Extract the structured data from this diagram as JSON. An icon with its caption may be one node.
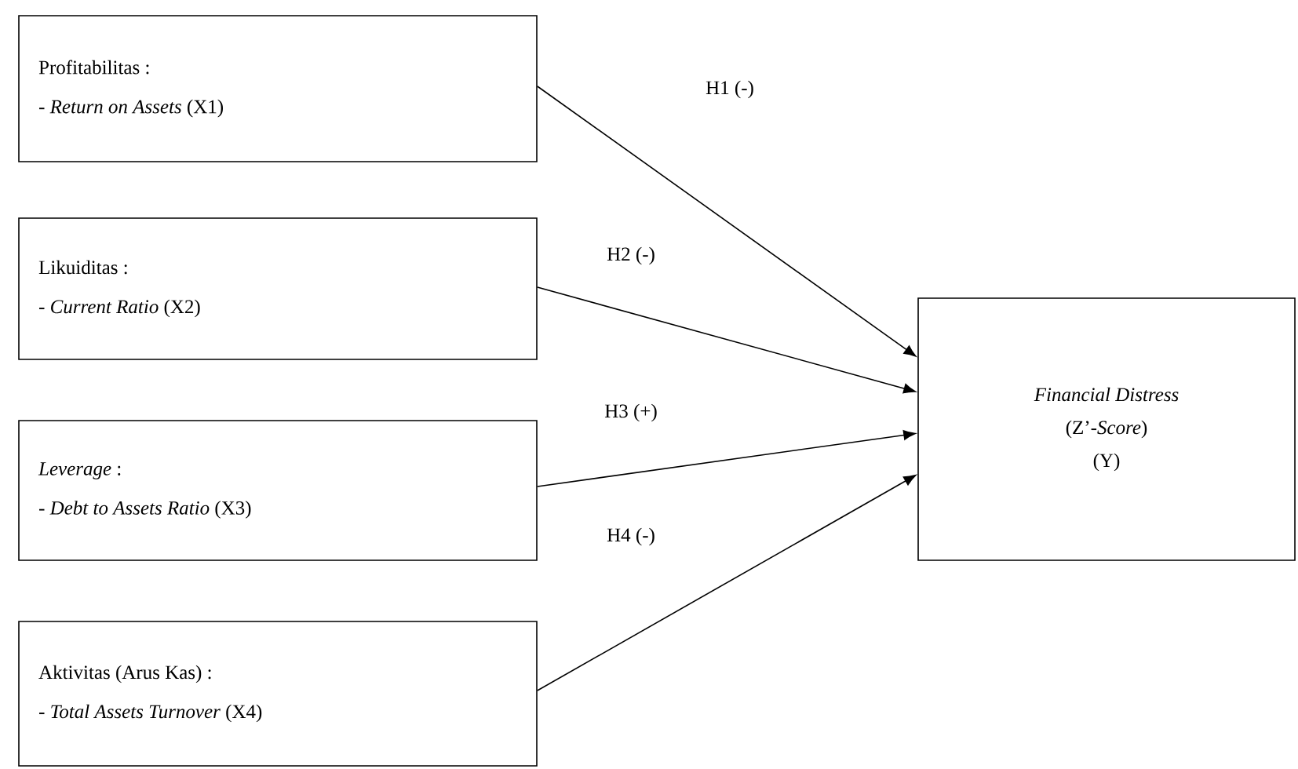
{
  "diagram": {
    "nodes": [
      {
        "text": [
          "Profitabilitas :",
          "- *Return on Assets* (X1)"
        ]
      },
      {
        "text": [
          "Likuiditas :",
          "- *Current Ratio* (X2)"
        ]
      },
      {
        "text": [
          "*Leverage* :",
          "- *Debt to Assets Ratio* (X3)"
        ]
      },
      {
        "text": [
          "Aktivitas (Arus Kas) :",
          "- *Total Assets Turnover* (X4)"
        ]
      },
      {
        "text": [
          "*Financial Distress*",
          "(Z’-*Score*)",
          "(Y)"
        ]
      }
    ],
    "edges": [
      {
        "from": 0,
        "to": 4,
        "arrow": "to",
        "label": "H1 (-)"
      },
      {
        "from": 1,
        "to": 4,
        "arrow": "to",
        "label": "H2 (-)"
      },
      {
        "from": 2,
        "to": 4,
        "arrow": "to",
        "label": "H3 (+)"
      },
      {
        "from": 3,
        "to": 4,
        "arrow": "to",
        "label": "H4 (-)"
      }
    ]
  }
}
